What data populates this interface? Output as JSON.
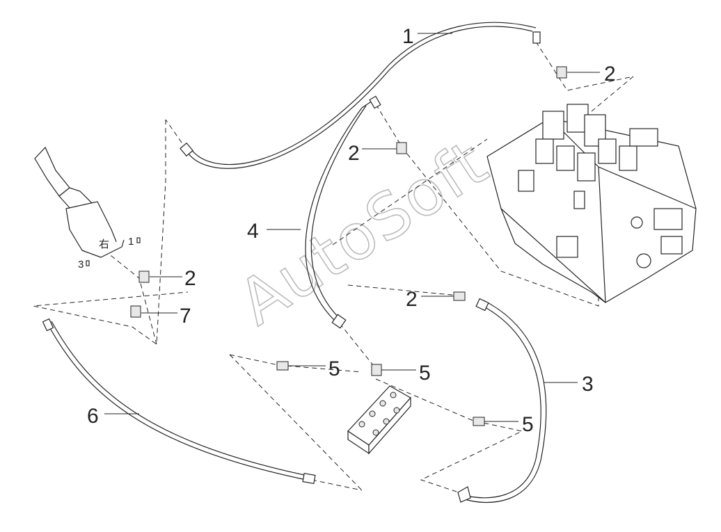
{
  "watermark": "AutoSoft",
  "callouts": {
    "c1": "1",
    "c2a": "2",
    "c2b": "2",
    "c2c": "2",
    "c2d": "2",
    "c3": "3",
    "c4": "4",
    "c5a": "5",
    "c5b": "5",
    "c5c": "5",
    "c6": "6",
    "c7": "7"
  },
  "joystick": {
    "port1": "1",
    "port3": "3",
    "side_char": "右"
  }
}
